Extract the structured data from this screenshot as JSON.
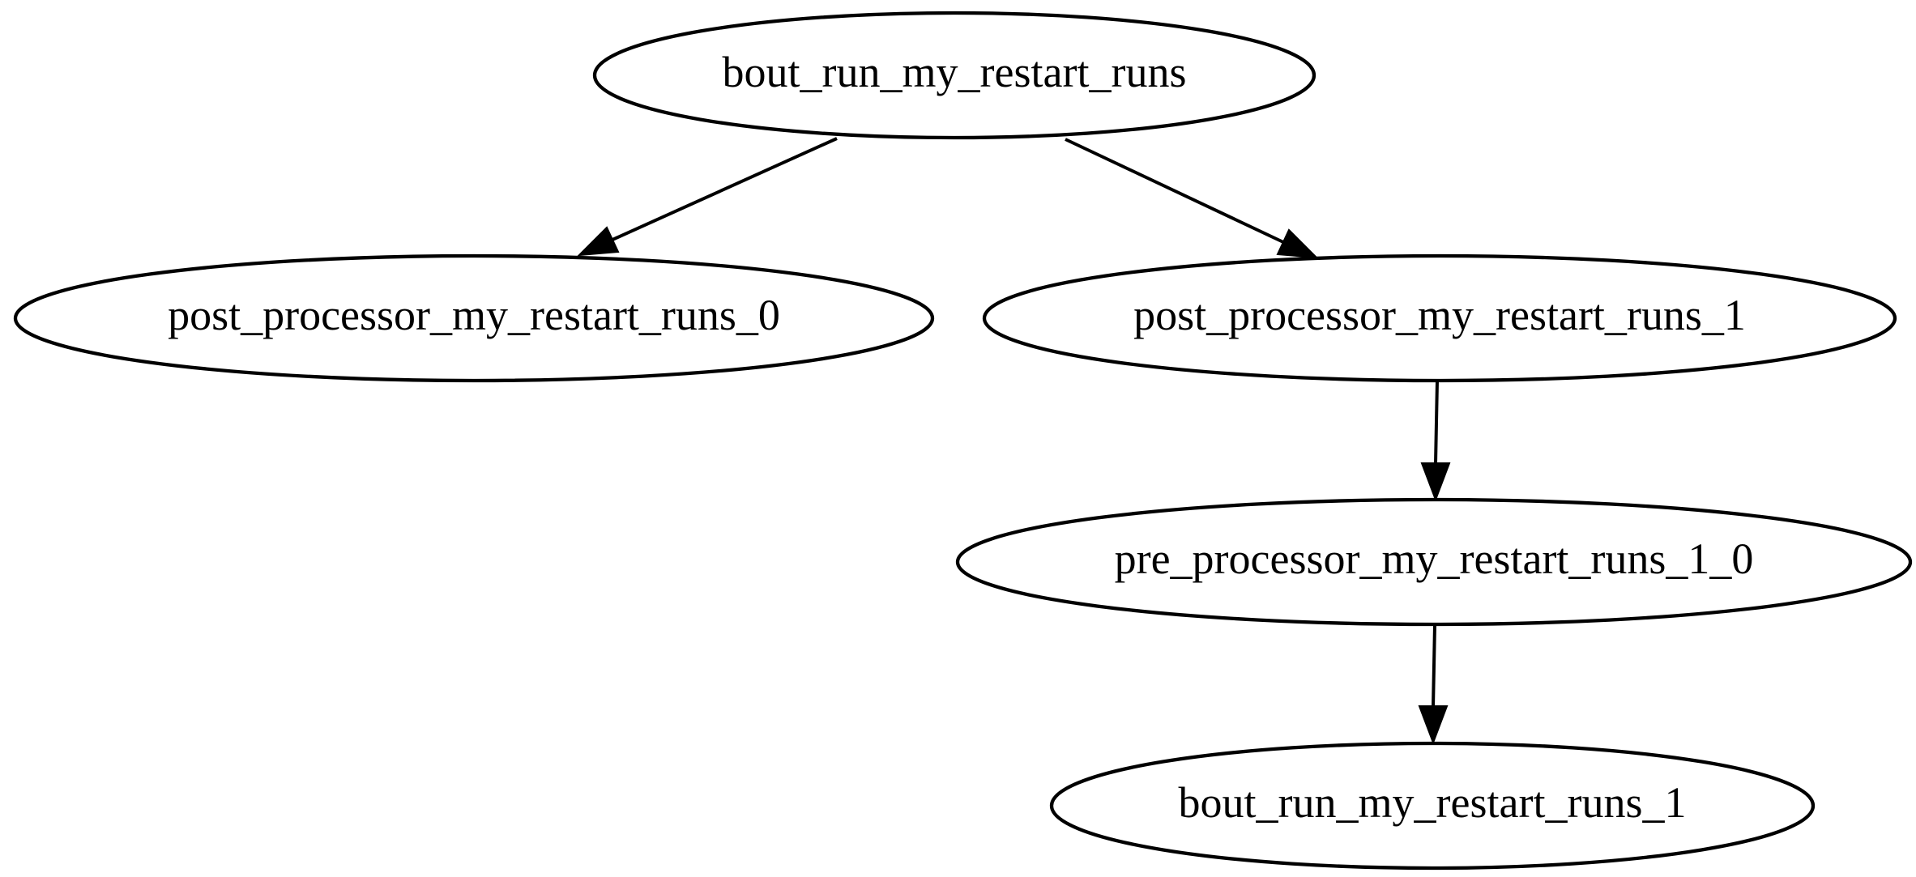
{
  "page": {
    "background_color": "#ffffff"
  },
  "diagram": {
    "type": "directed-graph",
    "style": {
      "node_fill": "#ffffff",
      "node_stroke": "#000000",
      "edge_color": "#000000",
      "text_color": "#000000",
      "node_shape": "ellipse",
      "arrowhead": "filled-triangle"
    },
    "nodes": [
      {
        "id": "bout_run_my_restart_runs",
        "label": "bout_run_my_restart_runs"
      },
      {
        "id": "post_processor_my_restart_runs_0",
        "label": "post_processor_my_restart_runs_0"
      },
      {
        "id": "post_processor_my_restart_runs_1",
        "label": "post_processor_my_restart_runs_1"
      },
      {
        "id": "pre_processor_my_restart_runs_1_0",
        "label": "pre_processor_my_restart_runs_1_0"
      },
      {
        "id": "bout_run_my_restart_runs_1",
        "label": "bout_run_my_restart_runs_1"
      }
    ],
    "edges": [
      {
        "from": "bout_run_my_restart_runs",
        "to": "post_processor_my_restart_runs_0"
      },
      {
        "from": "bout_run_my_restart_runs",
        "to": "post_processor_my_restart_runs_1"
      },
      {
        "from": "post_processor_my_restart_runs_1",
        "to": "pre_processor_my_restart_runs_1_0"
      },
      {
        "from": "pre_processor_my_restart_runs_1_0",
        "to": "bout_run_my_restart_runs_1"
      }
    ]
  }
}
